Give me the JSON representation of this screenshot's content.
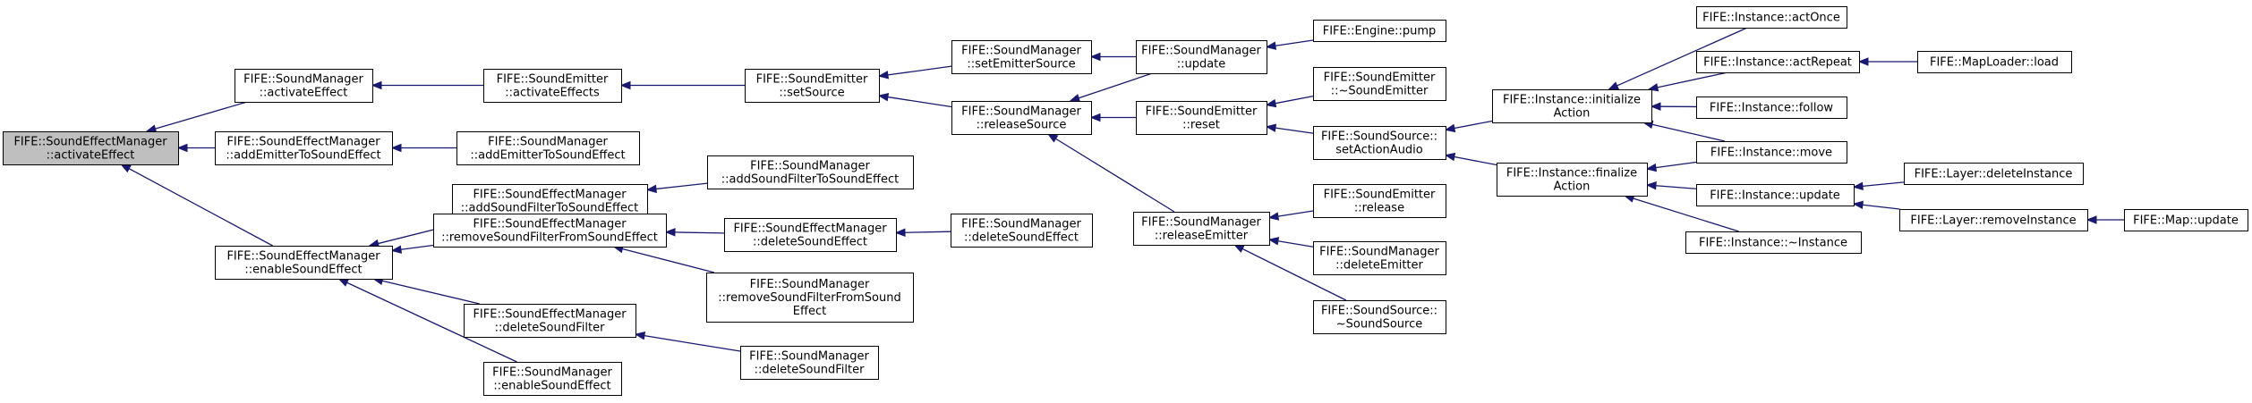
{
  "diagram": {
    "type": "call-graph",
    "colors": {
      "edge": "#191970",
      "root_fill": "#bfbfbf",
      "node_fill": "#ffffff",
      "border": "#000000"
    },
    "nodes": [
      {
        "id": "n0",
        "lines": [
          "FIFE::SoundEffectManager",
          "::activateEffect"
        ],
        "root": true
      },
      {
        "id": "n1",
        "lines": [
          "FIFE::SoundManager",
          "::activateEffect"
        ]
      },
      {
        "id": "n2",
        "lines": [
          "FIFE::SoundEffectManager",
          "::addEmitterToSoundEffect"
        ]
      },
      {
        "id": "n3",
        "lines": [
          "FIFE::SoundEffectManager",
          "::enableSoundEffect"
        ]
      },
      {
        "id": "n4",
        "lines": [
          "FIFE::SoundEmitter",
          "::activateEffects"
        ]
      },
      {
        "id": "n5",
        "lines": [
          "FIFE::SoundManager",
          "::addEmitterToSoundEffect"
        ]
      },
      {
        "id": "n6",
        "lines": [
          "FIFE::SoundEffectManager",
          "::addSoundFilterToSoundEffect"
        ]
      },
      {
        "id": "n7",
        "lines": [
          "FIFE::SoundEffectManager",
          "::removeSoundFilterFromSoundEffect"
        ]
      },
      {
        "id": "n8",
        "lines": [
          "FIFE::SoundEffectManager",
          "::deleteSoundFilter"
        ]
      },
      {
        "id": "n9",
        "lines": [
          "FIFE::SoundManager",
          "::enableSoundEffect"
        ]
      },
      {
        "id": "n10",
        "lines": [
          "FIFE::SoundEmitter",
          "::setSource"
        ]
      },
      {
        "id": "n11",
        "lines": [
          "FIFE::SoundManager",
          "::addSoundFilterToSoundEffect"
        ]
      },
      {
        "id": "n12",
        "lines": [
          "FIFE::SoundEffectManager",
          "::deleteSoundEffect"
        ]
      },
      {
        "id": "n13",
        "lines": [
          "FIFE::SoundManager",
          "::removeSoundFilterFromSound",
          "Effect"
        ]
      },
      {
        "id": "n14",
        "lines": [
          "FIFE::SoundManager",
          "::deleteSoundFilter"
        ]
      },
      {
        "id": "n15",
        "lines": [
          "FIFE::SoundManager",
          "::setEmitterSource"
        ]
      },
      {
        "id": "n16",
        "lines": [
          "FIFE::SoundManager",
          "::releaseSource"
        ]
      },
      {
        "id": "n17",
        "lines": [
          "FIFE::SoundManager",
          "::deleteSoundEffect"
        ]
      },
      {
        "id": "n18",
        "lines": [
          "FIFE::SoundManager",
          "::update"
        ]
      },
      {
        "id": "n19",
        "lines": [
          "FIFE::SoundEmitter",
          "::reset"
        ]
      },
      {
        "id": "n20",
        "lines": [
          "FIFE::SoundManager",
          "::releaseEmitter"
        ]
      },
      {
        "id": "n21",
        "lines": [
          "FIFE::Engine::pump"
        ]
      },
      {
        "id": "n22",
        "lines": [
          "FIFE::SoundEmitter",
          "::~SoundEmitter"
        ]
      },
      {
        "id": "n23",
        "lines": [
          "FIFE::SoundSource::",
          "setActionAudio"
        ]
      },
      {
        "id": "n24",
        "lines": [
          "FIFE::SoundEmitter",
          "::release"
        ]
      },
      {
        "id": "n25",
        "lines": [
          "FIFE::SoundManager",
          "::deleteEmitter"
        ]
      },
      {
        "id": "n26",
        "lines": [
          "FIFE::SoundSource::",
          "~SoundSource"
        ]
      },
      {
        "id": "n27",
        "lines": [
          "FIFE::Instance::initialize",
          "Action"
        ]
      },
      {
        "id": "n28",
        "lines": [
          "FIFE::Instance::finalize",
          "Action"
        ]
      },
      {
        "id": "n29",
        "lines": [
          "FIFE::Instance::actOnce"
        ]
      },
      {
        "id": "n30",
        "lines": [
          "FIFE::Instance::actRepeat"
        ]
      },
      {
        "id": "n31",
        "lines": [
          "FIFE::Instance::follow"
        ]
      },
      {
        "id": "n32",
        "lines": [
          "FIFE::Instance::move"
        ]
      },
      {
        "id": "n33",
        "lines": [
          "FIFE::Instance::update"
        ]
      },
      {
        "id": "n34",
        "lines": [
          "FIFE::Instance::~Instance"
        ]
      },
      {
        "id": "n35",
        "lines": [
          "FIFE::MapLoader::load"
        ]
      },
      {
        "id": "n36",
        "lines": [
          "FIFE::Layer::deleteInstance"
        ]
      },
      {
        "id": "n37",
        "lines": [
          "FIFE::Layer::removeInstance"
        ]
      },
      {
        "id": "n38",
        "lines": [
          "FIFE::Map::update"
        ]
      }
    ],
    "edges": [
      [
        "n1",
        "n0"
      ],
      [
        "n2",
        "n0"
      ],
      [
        "n3",
        "n0"
      ],
      [
        "n4",
        "n1"
      ],
      [
        "n5",
        "n2"
      ],
      [
        "n6",
        "n3"
      ],
      [
        "n7",
        "n3"
      ],
      [
        "n8",
        "n3"
      ],
      [
        "n9",
        "n3"
      ],
      [
        "n10",
        "n4"
      ],
      [
        "n11",
        "n6"
      ],
      [
        "n12",
        "n7"
      ],
      [
        "n13",
        "n7"
      ],
      [
        "n14",
        "n8"
      ],
      [
        "n15",
        "n10"
      ],
      [
        "n16",
        "n10"
      ],
      [
        "n17",
        "n12"
      ],
      [
        "n18",
        "n15"
      ],
      [
        "n18",
        "n16"
      ],
      [
        "n19",
        "n16"
      ],
      [
        "n20",
        "n16"
      ],
      [
        "n21",
        "n18"
      ],
      [
        "n22",
        "n19"
      ],
      [
        "n23",
        "n19"
      ],
      [
        "n24",
        "n20"
      ],
      [
        "n25",
        "n20"
      ],
      [
        "n26",
        "n20"
      ],
      [
        "n27",
        "n23"
      ],
      [
        "n28",
        "n23"
      ],
      [
        "n29",
        "n27"
      ],
      [
        "n30",
        "n27"
      ],
      [
        "n31",
        "n27"
      ],
      [
        "n32",
        "n27"
      ],
      [
        "n32",
        "n28"
      ],
      [
        "n33",
        "n28"
      ],
      [
        "n34",
        "n28"
      ],
      [
        "n35",
        "n30"
      ],
      [
        "n36",
        "n33"
      ],
      [
        "n37",
        "n33"
      ],
      [
        "n38",
        "n37"
      ]
    ]
  }
}
